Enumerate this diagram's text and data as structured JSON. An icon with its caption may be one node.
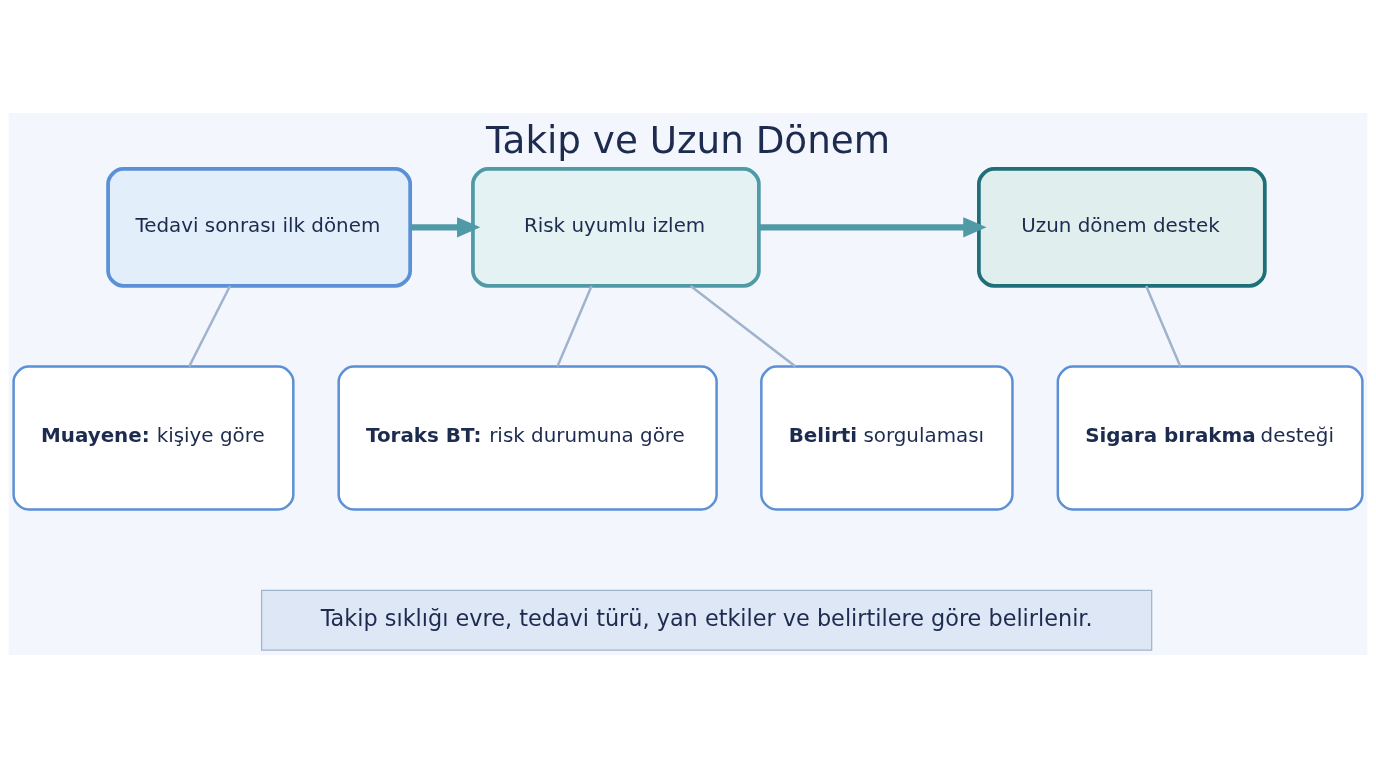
{
  "diagram": {
    "title": "Takip ve Uzun Dönem",
    "caption": "Takip sıklığı evre, tedavi türü, yan etkiler ve belirtilere göre belirlenir.",
    "nodes": [
      {
        "text": [
          "Tedavi sonrası ilk dönem"
        ]
      },
      {
        "text": [
          "Risk uyumlu izlem"
        ]
      },
      {
        "text": [
          "Uzun dönem destek"
        ]
      },
      {
        "text": [
          "**Muayene:** kişiye göre"
        ]
      },
      {
        "text": [
          "**Toraks BT:** risk durumuna göre"
        ]
      },
      {
        "text": [
          "**Belirti** sorgulaması"
        ]
      },
      {
        "text": [
          "**Sigara bırakma** desteği"
        ]
      }
    ],
    "edges": [
      {
        "from": 0,
        "to": 1,
        "arrow": "to",
        "style": "thick"
      },
      {
        "from": 1,
        "to": 2,
        "arrow": "to",
        "style": "thick"
      },
      {
        "from": 0,
        "to": 3,
        "arrow": "none"
      },
      {
        "from": 1,
        "to": 4,
        "arrow": "none"
      },
      {
        "from": 1,
        "to": 5,
        "arrow": "none"
      },
      {
        "from": 2,
        "to": 6,
        "arrow": "none"
      }
    ]
  }
}
